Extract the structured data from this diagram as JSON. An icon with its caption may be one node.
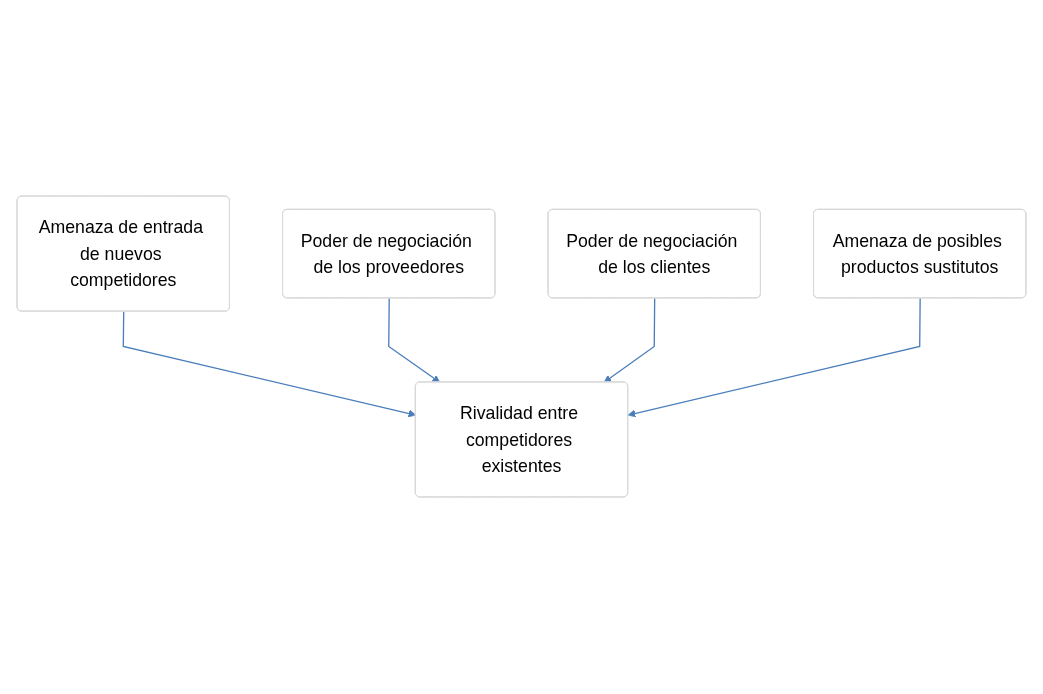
{
  "diagram": {
    "nodes": [
      {
        "text": [
          "Amenaza de entrada de nuevos competidores"
        ]
      },
      {
        "text": [
          "Poder de negociación de los proveedores"
        ]
      },
      {
        "text": [
          "Rivalidad entre competidores existentes"
        ]
      },
      {
        "text": [
          "Poder de negociación de los clientes"
        ]
      },
      {
        "text": [
          "Amenaza de posibles productos sustitutos"
        ]
      }
    ],
    "edges": [
      {
        "from": 0,
        "to": 2,
        "arrow": "to"
      },
      {
        "from": 1,
        "to": 2,
        "arrow": "to"
      },
      {
        "from": 3,
        "to": 2,
        "arrow": "to"
      },
      {
        "from": 4,
        "to": 2,
        "arrow": "to"
      }
    ]
  }
}
